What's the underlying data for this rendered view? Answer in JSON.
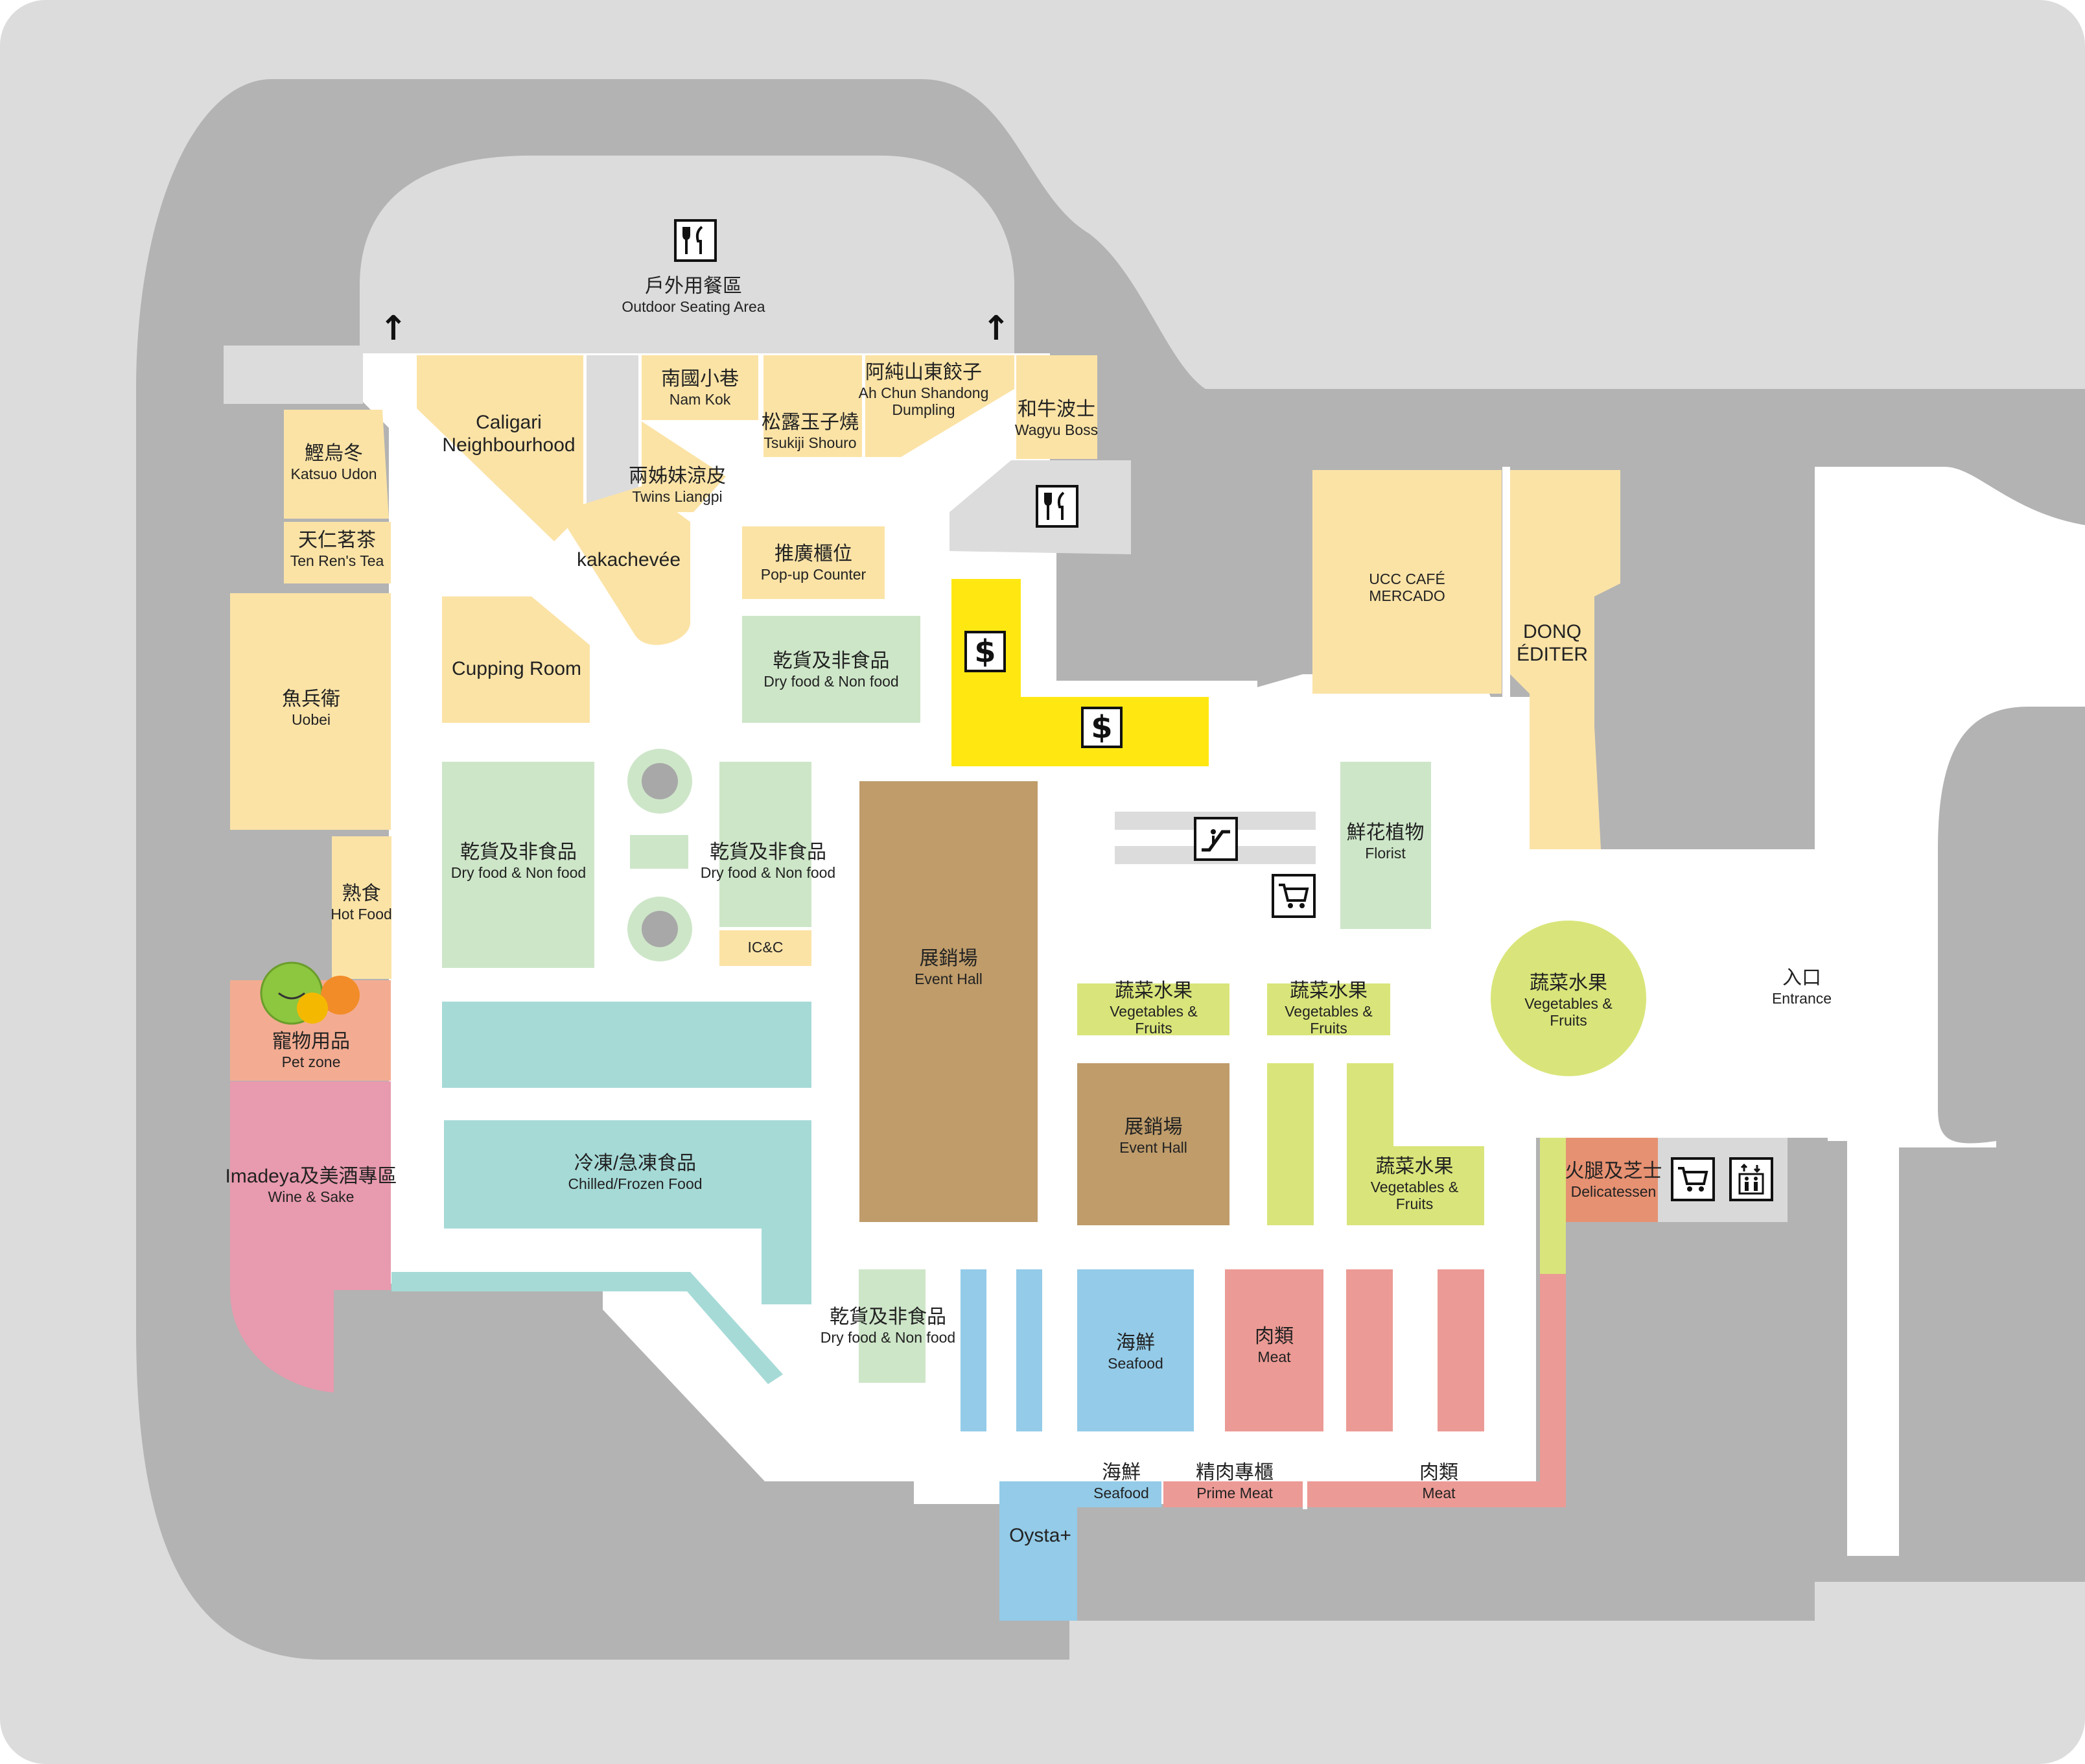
{
  "colors": {
    "background": "#dcdcdc",
    "outer_road": "#b3b3b3",
    "walkway": "#ffffff",
    "shop_yellow": "#fbe3a6",
    "dry_food_green": "#cde6c8",
    "vegetables_lime": "#d9e57a",
    "frozen_teal": "#a6dad7",
    "event_brown": "#bf9c6a",
    "seafood_blue": "#93cbe8",
    "meat_red": "#ec9a95",
    "wine_pink": "#e89aae",
    "pet_salmon": "#f3ac92",
    "deli_orange": "#e69172",
    "cashier_yellow": "#ffe812",
    "service_gray": "#d9d9d9"
  },
  "icons": [
    "dining-icon",
    "cashier-icon",
    "escalator-icon",
    "shopping-cart-icon",
    "lift-icon",
    "north-arrow-icon",
    "pet-mascot-icon"
  ],
  "areas": {
    "outdoor": {
      "zh": "戶外用餐區",
      "en": "Outdoor Seating Area"
    },
    "caligari": {
      "en": "Caligari Neighbourhood"
    },
    "namkok": {
      "zh": "南國小巷",
      "en": "Nam Kok"
    },
    "tsukiji": {
      "zh": "松露玉子燒",
      "en": "Tsukiji Shouro"
    },
    "ahchun": {
      "zh": "阿純山東餃子",
      "en1": "Ah Chun Shandong",
      "en2": "Dumpling"
    },
    "wagyu": {
      "zh": "和牛波士",
      "en": "Wagyu Boss"
    },
    "twins": {
      "zh": "兩姊妹涼皮",
      "en": "Twins Liangpi"
    },
    "katsuo": {
      "zh": "鰹烏冬",
      "en": "Katsuo Udon"
    },
    "tenren": {
      "zh": "天仁茗茶",
      "en": "Ten Ren's Tea"
    },
    "kaka": {
      "en": "kakachevée"
    },
    "popup": {
      "zh": "推廣櫃位",
      "en": "Pop-up Counter"
    },
    "uobei": {
      "zh": "魚兵衛",
      "en": "Uobei"
    },
    "cupping": {
      "en": "Cupping Room"
    },
    "dry1": {
      "zh": "乾貨及非食品",
      "en": "Dry food & Non food"
    },
    "dry2": {
      "zh": "乾貨及非食品",
      "en": "Dry food & Non food"
    },
    "dry3": {
      "zh": "乾貨及非食品",
      "en": "Dry food & Non food"
    },
    "dry4": {
      "zh": "乾貨及非食品",
      "en": "Dry food & Non food"
    },
    "icc": {
      "en": "IC&C"
    },
    "hotfood": {
      "zh": "熟食",
      "en": "Hot Food"
    },
    "pet": {
      "zh": "寵物用品",
      "en": "Pet zone"
    },
    "wine": {
      "zh": "Imadeya及美酒專區",
      "en": "Wine & Sake"
    },
    "frozen": {
      "zh": "冷凍/急凍食品",
      "en": "Chilled/Frozen Food"
    },
    "event1": {
      "zh": "展銷場",
      "en": "Event Hall"
    },
    "event2": {
      "zh": "展銷場",
      "en": "Event Hall"
    },
    "ucc": {
      "en1": "UCC CAFÉ",
      "en2": "MERCADO"
    },
    "donq": {
      "en1": "DONQ",
      "en2": "ÉDITER"
    },
    "florist": {
      "zh": "鮮花植物",
      "en": "Florist"
    },
    "veg1": {
      "zh": "蔬菜水果",
      "en1": "Vegetables &",
      "en2": "Fruits"
    },
    "veg2": {
      "zh": "蔬菜水果",
      "en1": "Vegetables &",
      "en2": "Fruits"
    },
    "veg3": {
      "zh": "蔬菜水果",
      "en1": "Vegetables &",
      "en2": "Fruits"
    },
    "veg4": {
      "zh": "蔬菜水果",
      "en1": "Vegetables &",
      "en2": "Fruits"
    },
    "entrance": {
      "zh": "入口",
      "en": "Entrance"
    },
    "deli": {
      "zh": "火腿及芝士",
      "en": "Delicatessen"
    },
    "seafood": {
      "zh": "海鮮",
      "en": "Seafood"
    },
    "meat": {
      "zh": "肉類",
      "en": "Meat"
    },
    "seafood2": {
      "zh": "海鮮",
      "en": "Seafood"
    },
    "prime": {
      "zh": "精肉專櫃",
      "en": "Prime Meat"
    },
    "meat2": {
      "zh": "肉類",
      "en": "Meat"
    },
    "oysta": {
      "en": "Oysta+"
    }
  }
}
